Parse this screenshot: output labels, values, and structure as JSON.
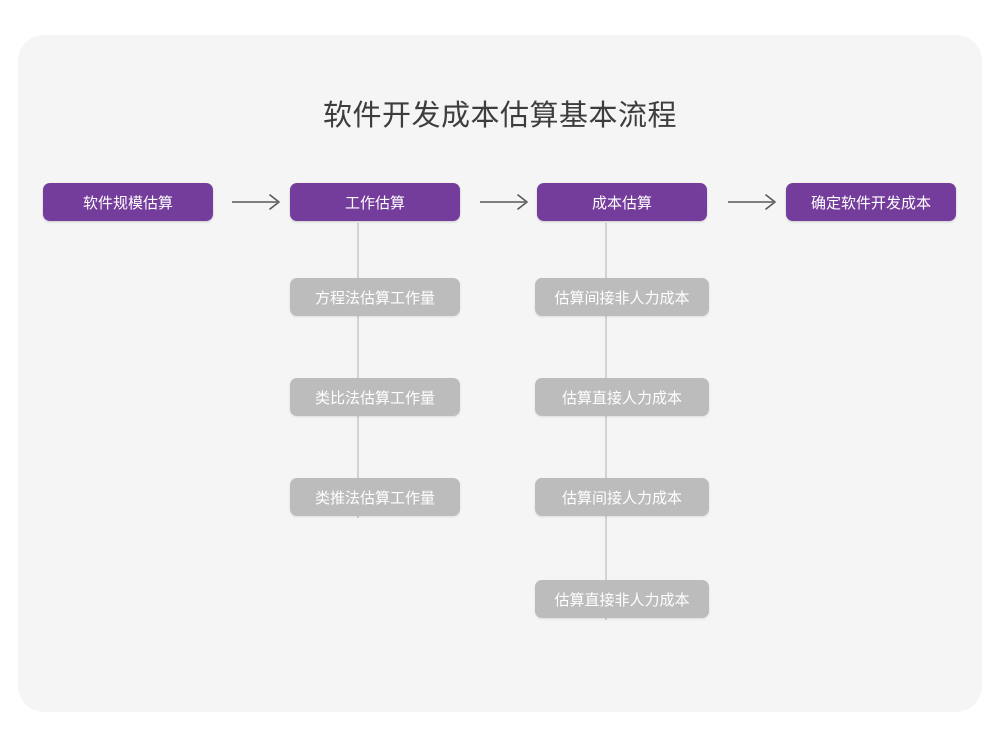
{
  "title": "软件开发成本估算基本流程",
  "theme": {
    "page_background": "#ffffff",
    "card_background": "#f5f5f5",
    "primary_node_color": "#743c9b",
    "secondary_node_color": "#bcbcbc",
    "node_text_color": "#ffffff",
    "title_text_color": "#3d3d3d",
    "connector_color": "#d2d2d2",
    "arrow_color": "#585858"
  },
  "chart_data": {
    "type": "diagram",
    "title": "软件开发成本估算基本流程",
    "orientation": "left-to-right main flow with vertical sub-steps",
    "main_flow": [
      {
        "id": "step1",
        "label": "软件规模估算"
      },
      {
        "id": "step2",
        "label": "工作估算"
      },
      {
        "id": "step3",
        "label": "成本估算"
      },
      {
        "id": "step4",
        "label": "确定软件开发成本"
      }
    ],
    "connectors": [
      {
        "from": "step1",
        "to": "step2",
        "kind": "arrow"
      },
      {
        "from": "step2",
        "to": "step3",
        "kind": "arrow"
      },
      {
        "from": "step3",
        "to": "step4",
        "kind": "arrow"
      }
    ],
    "sub_steps": [
      {
        "parent": "step2",
        "items": [
          {
            "label": "方程法估算工作量"
          },
          {
            "label": "类比法估算工作量"
          },
          {
            "label": "类推法估算工作量"
          }
        ]
      },
      {
        "parent": "step3",
        "items": [
          {
            "label": "估算间接非人力成本"
          },
          {
            "label": "估算直接人力成本"
          },
          {
            "label": "估算间接人力成本"
          },
          {
            "label": "估算直接非人力成本"
          }
        ]
      }
    ]
  },
  "nodes": {
    "main": {
      "step1": "软件规模估算",
      "step2": "工作估算",
      "step3": "成本估算",
      "step4": "确定软件开发成本"
    },
    "branch_work": {
      "item1": "方程法估算工作量",
      "item2": "类比法估算工作量",
      "item3": "类推法估算工作量"
    },
    "branch_cost": {
      "item1": "估算间接非人力成本",
      "item2": "估算直接人力成本",
      "item3": "估算间接人力成本",
      "item4": "估算直接非人力成本"
    }
  }
}
